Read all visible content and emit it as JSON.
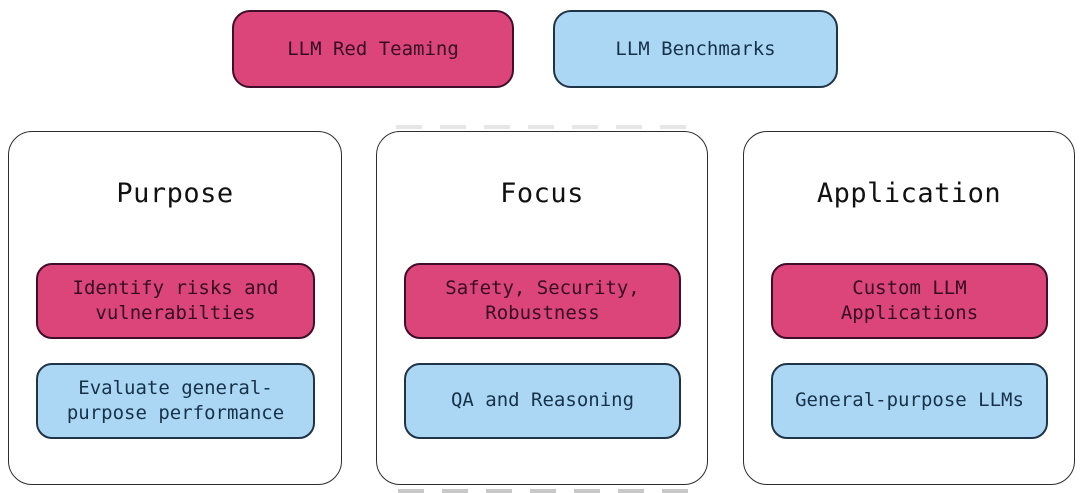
{
  "diagram": {
    "top_nodes": {
      "red_teaming": {
        "label": "LLM Red Teaming"
      },
      "benchmarks": {
        "label": "LLM Benchmarks"
      }
    },
    "columns": [
      {
        "title": "Purpose",
        "red_teaming": "Identify risks and vulnerabilties",
        "benchmarks": "Evaluate general-purpose performance"
      },
      {
        "title": "Focus",
        "red_teaming": "Safety, Security, Robustness",
        "benchmarks": "QA and Reasoning"
      },
      {
        "title": "Application",
        "red_teaming": "Custom LLM Applications",
        "benchmarks": "General-purpose LLMs"
      }
    ],
    "colors": {
      "red_teaming_fill": "#dc4579",
      "red_teaming_border": "#3f0e2a",
      "red_teaming_text": "#350c22",
      "benchmarks_fill": "#abd7f4",
      "benchmarks_border": "#203447",
      "benchmarks_text": "#16324a",
      "container_border": "#2d2d2d",
      "background": "#ffffff"
    }
  }
}
